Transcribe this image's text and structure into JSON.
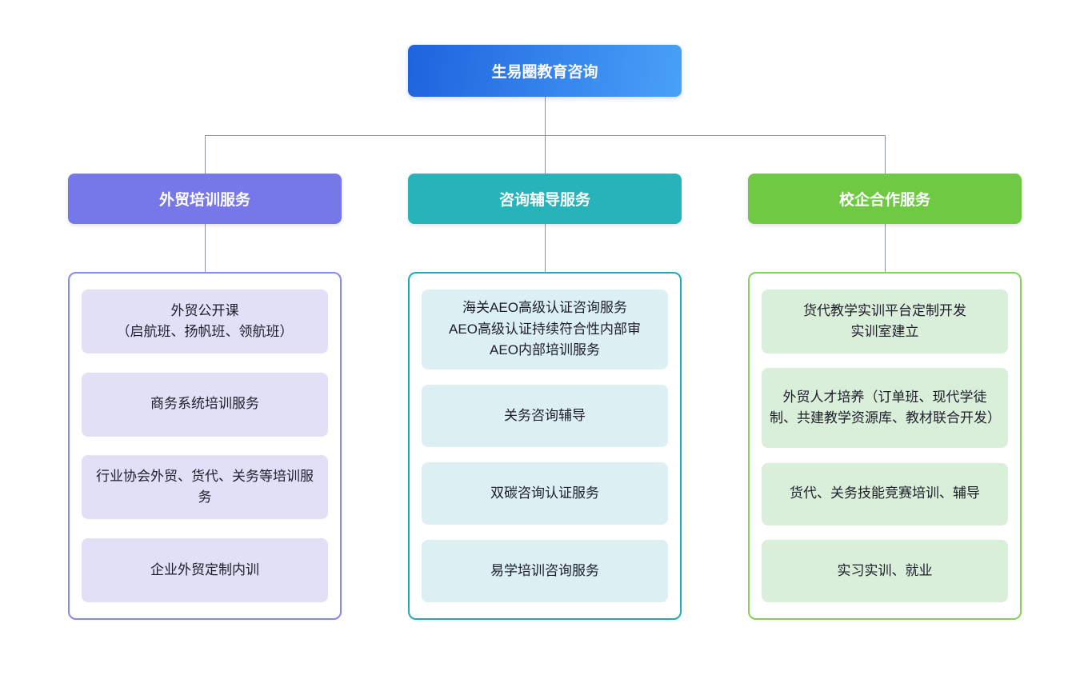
{
  "root": {
    "label": "生易圈教育咨询"
  },
  "branches": [
    {
      "label": "外贸培训服务",
      "items": [
        "外贸公开课\n（启航班、扬帆班、领航班）",
        "商务系统培训服务",
        "行业协会外贸、货代、关务等培训服务",
        "企业外贸定制内训"
      ]
    },
    {
      "label": "咨询辅导服务",
      "items": [
        "海关AEO高级认证咨询服务\nAEO高级认证持续符合性内部审\nAEO内部培训服务",
        "关务咨询辅导",
        "双碳咨询认证服务",
        "易学培训咨询服务"
      ]
    },
    {
      "label": "校企合作服务",
      "items": [
        "货代教学实训平台定制开发\n实训室建立",
        "外贸人才培养（订单班、现代学徒制、共建教学资源库、教材联合开发）",
        "货代、关务技能竞赛培训、辅导",
        "实习实训、就业"
      ]
    }
  ],
  "colors": {
    "root_gradient_start": "#1e63de",
    "root_gradient_end": "#49a1f8",
    "branch_trade": "#7678ea",
    "branch_consult": "#26b3b9",
    "branch_school": "#6fc943",
    "item_bg_trade": "#e2e0f6",
    "item_bg_consult": "#dcf0f3",
    "item_bg_school": "#daefd9",
    "border_trade": "#8588f2",
    "border_consult": "#21aab3",
    "border_school": "#85d157",
    "connector": "#8b949b"
  }
}
